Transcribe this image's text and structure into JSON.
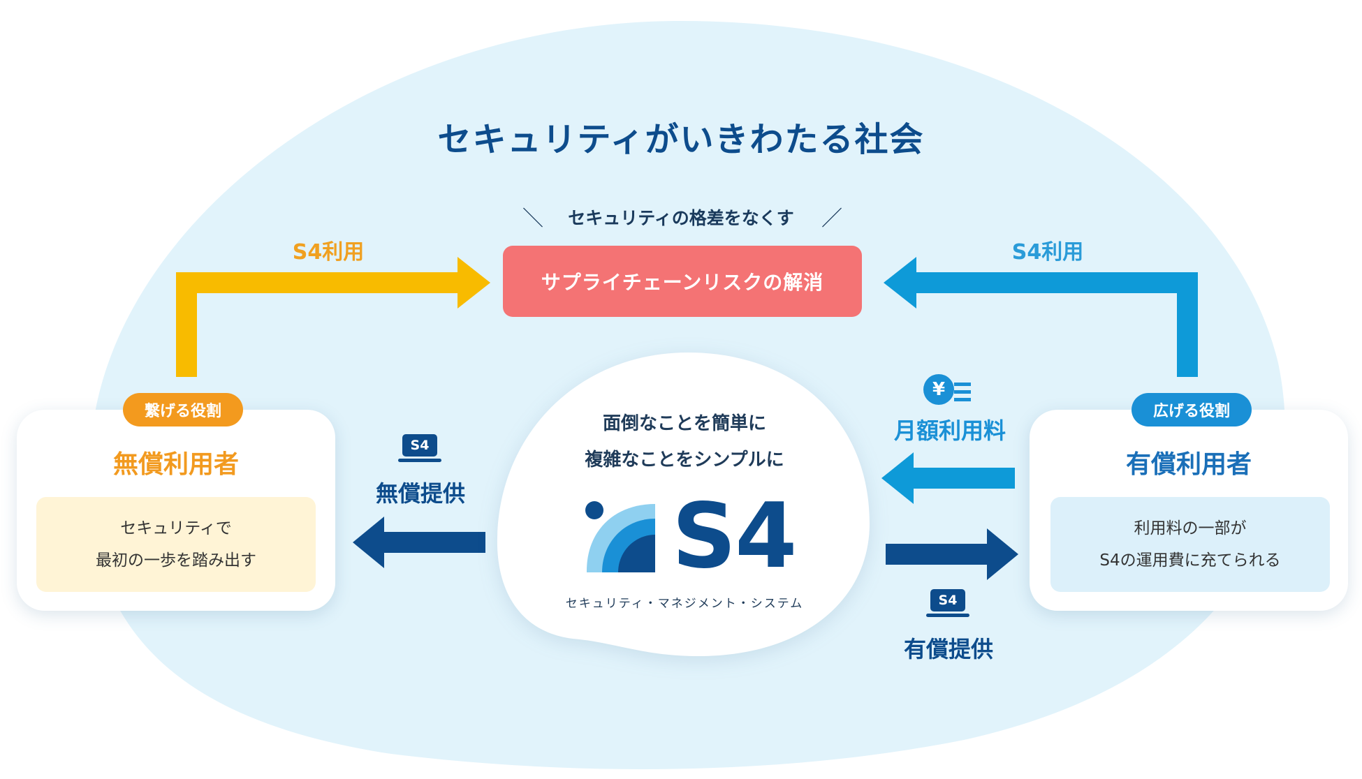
{
  "colors": {
    "background_blob": "#e1f3fb",
    "yellow": "#f8bb00",
    "light_blue": "#0e9ad8",
    "navy": "#0d4c8c",
    "red": "#f47374",
    "orange": "#f39a1e"
  },
  "title": "セキュリティがいきわたる社会",
  "subtitle": "セキュリティの格差をなくす",
  "goal": "サプライチェーンリスクの解消",
  "left_flow_label": "S4利用",
  "right_flow_label": "S4利用",
  "center": {
    "line1": "面倒なことを簡単に",
    "line2": "複雑なことをシンプルに",
    "logo_text": "S4",
    "logo_sub": "セキュリティ・マネジメント・システム"
  },
  "free_users": {
    "badge": "繋げる役割",
    "title": "無償利用者",
    "desc_line1": "セキュリティで",
    "desc_line2": "最初の一歩を踏み出す"
  },
  "paid_users": {
    "badge": "広げる役割",
    "title": "有償利用者",
    "desc_line1": "利用料の一部が",
    "desc_line2": "S4の運用費に充てられる"
  },
  "free_provision": {
    "chip": "S4",
    "label": "無償提供"
  },
  "paid_provision": {
    "chip": "S4",
    "label": "有償提供"
  },
  "monthly_fee": {
    "icon": "yen-coin-icon",
    "symbol": "¥",
    "label": "月額利用料"
  }
}
